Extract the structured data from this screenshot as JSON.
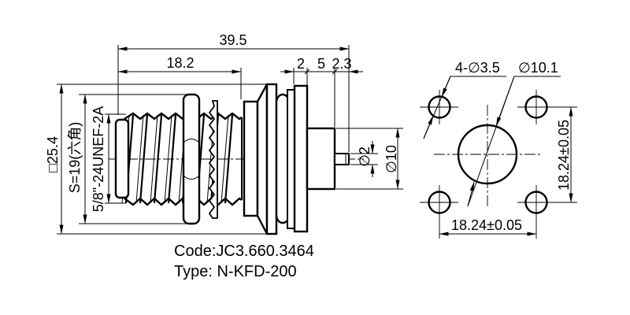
{
  "colors": {
    "line": "#000000",
    "background": "#ffffff"
  },
  "side_view": {
    "dim_overall_length": "39.5",
    "dim_thread_length": "18.2",
    "dim_washer_stack": "2",
    "dim_body_length": "5",
    "dim_pin_length": "2.3",
    "dim_flange_square": "□25.4",
    "dim_hex_size": "S=19(六角)",
    "dim_thread_spec": "5/8\"-24UNEF-2A",
    "dim_pin_diameter": "∅2",
    "dim_body_diameter": "∅10"
  },
  "front_view": {
    "dim_mounting_holes": "4-∅3.5",
    "dim_center_hole": "∅10.1",
    "dim_hole_spacing_vertical": "18.24±0.05",
    "dim_hole_spacing_horizontal": "18.24±0.05"
  },
  "title_block": {
    "code": "Code:JC3.660.3464",
    "type": "Type: N-KFD-200"
  }
}
